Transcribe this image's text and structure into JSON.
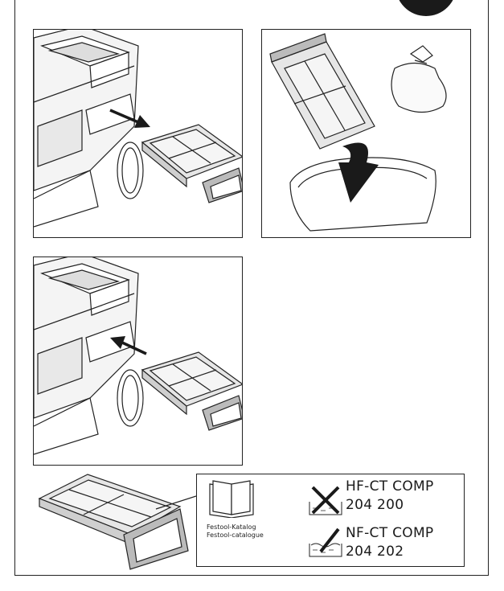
{
  "catalog": {
    "line1": "Festool-Katalog",
    "line2": "Festool-catalogue"
  },
  "variants": [
    {
      "model": "HF-CT COMP",
      "number": "204 200",
      "icon": "filter-dry-crossed-icon"
    },
    {
      "model": "NF-CT COMP",
      "number": "204 202",
      "icon": "filter-wet-icon"
    }
  ],
  "icons": {
    "top_right": "manual-book-icon",
    "catalog": "open-book-icon"
  },
  "colors": {
    "line": "#222222",
    "filter_fill": "#e6e6e6",
    "arrow": "#1a1a1a"
  }
}
